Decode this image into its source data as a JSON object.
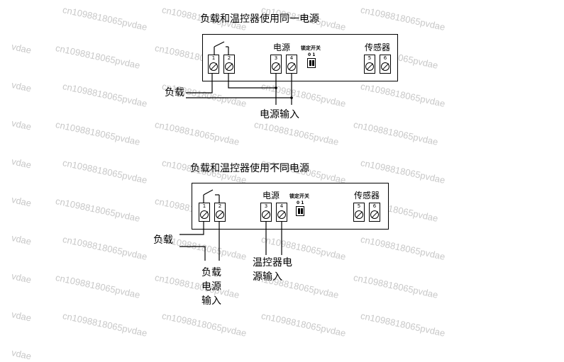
{
  "watermark": {
    "text_main": "cn1098818065pvdae",
    "text_short": "vdae"
  },
  "diagram1": {
    "title": "负载和温控器使用同一电源",
    "power_label": "电源",
    "lock_switch_label": "锁定开关",
    "dip_label": "0 1",
    "sensor_label": "传感器",
    "terminals": [
      "1",
      "2",
      "3",
      "4",
      "5",
      "6"
    ],
    "load_label": "负载",
    "power_input_label": "电源输入"
  },
  "diagram2": {
    "title": "负载和温控器使用不同电源",
    "power_label": "电源",
    "lock_switch_label": "锁定开关",
    "dip_label": "0 1",
    "sensor_label": "传感器",
    "terminals": [
      "1",
      "2",
      "3",
      "4",
      "5",
      "6"
    ],
    "load_label": "负载",
    "load_power_input_line1": "负载",
    "load_power_input_line2": "电源",
    "load_power_input_line3": "输入",
    "controller_power_line1": "温控器电",
    "controller_power_line2": "源输入"
  }
}
